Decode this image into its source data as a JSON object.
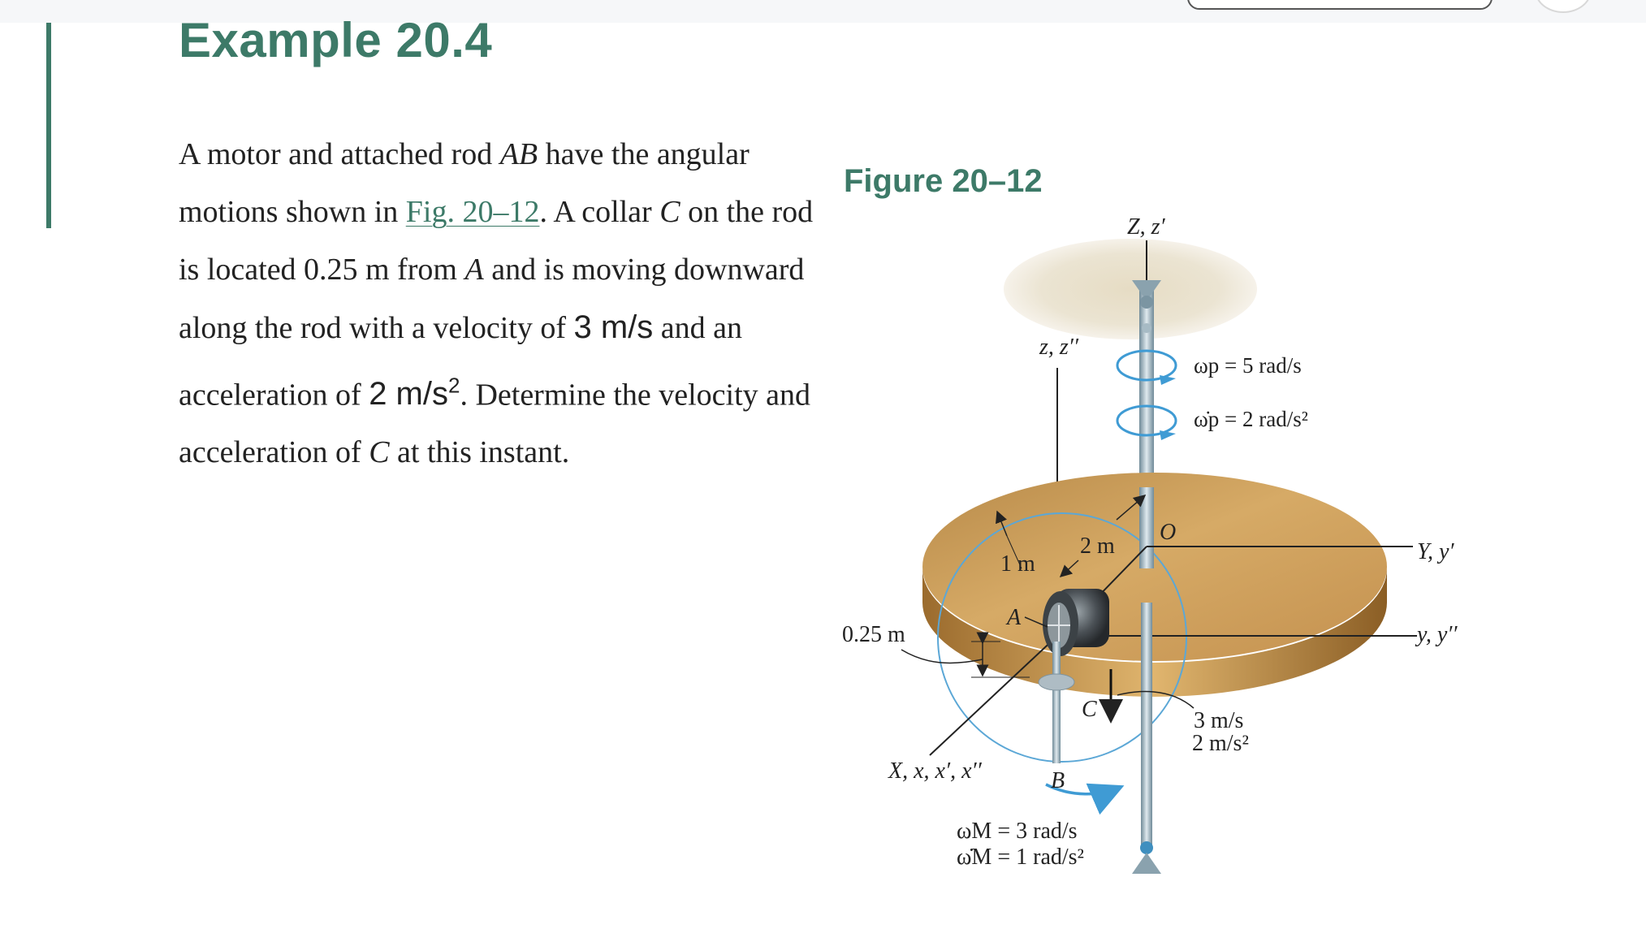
{
  "example": {
    "title": "Example 20.4"
  },
  "problem": {
    "t1": "A motor and attached rod ",
    "rod": "AB",
    "t2": " have the angular motions shown in ",
    "fig_ref": "Fig. 20–12",
    "t3": ". A collar ",
    "c1": "C",
    "t4": " on the rod is located 0.25 m from ",
    "a1": "A",
    "t5": " and is moving downward along the rod with a velocity of ",
    "v_qty": "3 m/s",
    "t6": " and an acceleration of ",
    "a_qty": "2 m/s",
    "a_exp": "2",
    "t7": ". Determine the velocity and acceleration of ",
    "c2": "C",
    "t8": " at this instant."
  },
  "figure": {
    "title": "Figure 20–12",
    "labels": {
      "Z_axis": "Z, z′",
      "z_axis": "z, z′′",
      "omega_p": "ωp = 5 rad/s",
      "omega_p_dot": "ω̇p = 2 rad/s²",
      "dist_1m": "1 m",
      "dist_2m": "2 m",
      "origin": "O",
      "Y_axis": "Y, y′",
      "y_axis": "y, y′′",
      "point_A": "A",
      "dist_025": "0.25 m",
      "point_C": "C",
      "vel_C": "3 m/s",
      "acc_C": "2 m/s²",
      "X_axis": "X, x, x′, x′′",
      "point_B": "B",
      "omega_M": "ωM = 3 rad/s",
      "omega_M_dot": "ω̇M = 1 rad/s²"
    }
  },
  "colors": {
    "accent": "#3d7a68",
    "disk": "#c99a55",
    "circle": "#5ba7d6",
    "rod": "#9fb3bf"
  }
}
